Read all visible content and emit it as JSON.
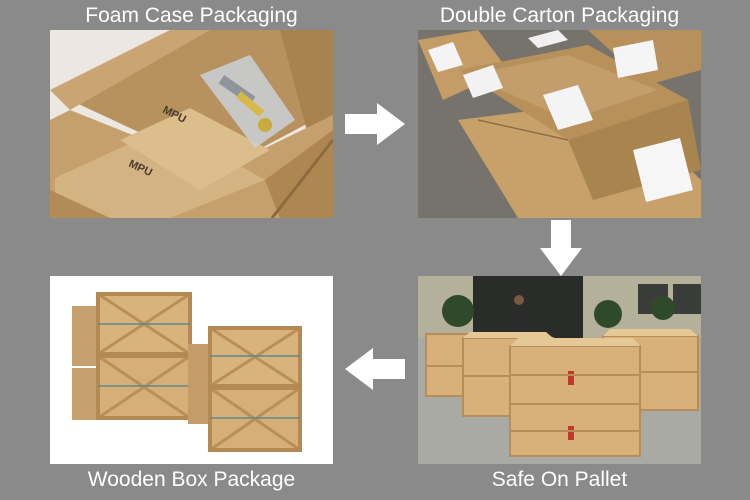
{
  "steps": [
    {
      "title": "Foam Case Packaging",
      "box_brand": "MPU"
    },
    {
      "title": "Double Carton Packaging"
    },
    {
      "title": "Safe On Pallet"
    },
    {
      "title": "Wooden Box Package"
    }
  ],
  "colors": {
    "background": "#8a8a8a",
    "caption_text": "#ffffff",
    "cardboard": "#c8a472",
    "wood": "#d8b07a",
    "foam": "#f4f4f4"
  },
  "icons": [
    "arrow-right-icon",
    "arrow-down-icon",
    "arrow-left-icon"
  ]
}
